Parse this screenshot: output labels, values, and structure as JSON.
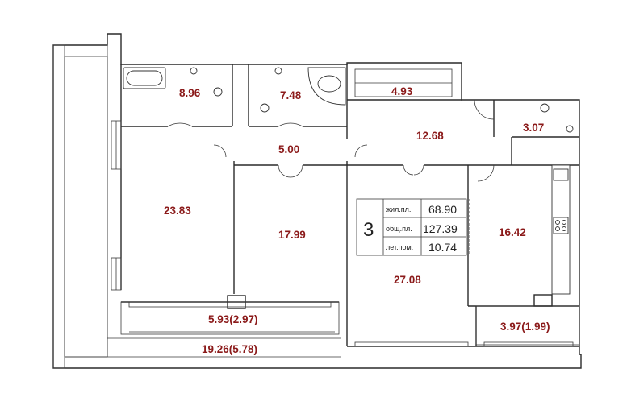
{
  "rooms": [
    {
      "id": "bath",
      "area": "8.96"
    },
    {
      "id": "wc",
      "area": "7.48"
    },
    {
      "id": "closet",
      "area": "4.93"
    },
    {
      "id": "hall-small",
      "area": "3.07"
    },
    {
      "id": "corridor",
      "area": "5.00"
    },
    {
      "id": "hall",
      "area": "12.68"
    },
    {
      "id": "bedroom-1",
      "area": "23.83"
    },
    {
      "id": "bedroom-2",
      "area": "17.99"
    },
    {
      "id": "living",
      "area": "27.08"
    },
    {
      "id": "kitchen",
      "area": "16.42"
    },
    {
      "id": "balcony-1",
      "area": "5.93(2.97)"
    },
    {
      "id": "balcony-2",
      "area": "3.97(1.99)"
    },
    {
      "id": "loggia",
      "area": "19.26(5.78)"
    }
  ],
  "info": {
    "rooms_count": "3",
    "living_label": "жил.пл.",
    "living_value": "68.90",
    "total_label": "общ.пл.",
    "total_value": "127.39",
    "summer_label": "лет.пом.",
    "summer_value": "10.74"
  },
  "colors": {
    "label": "#8b1a1a",
    "wall": "#2a2a2a"
  }
}
